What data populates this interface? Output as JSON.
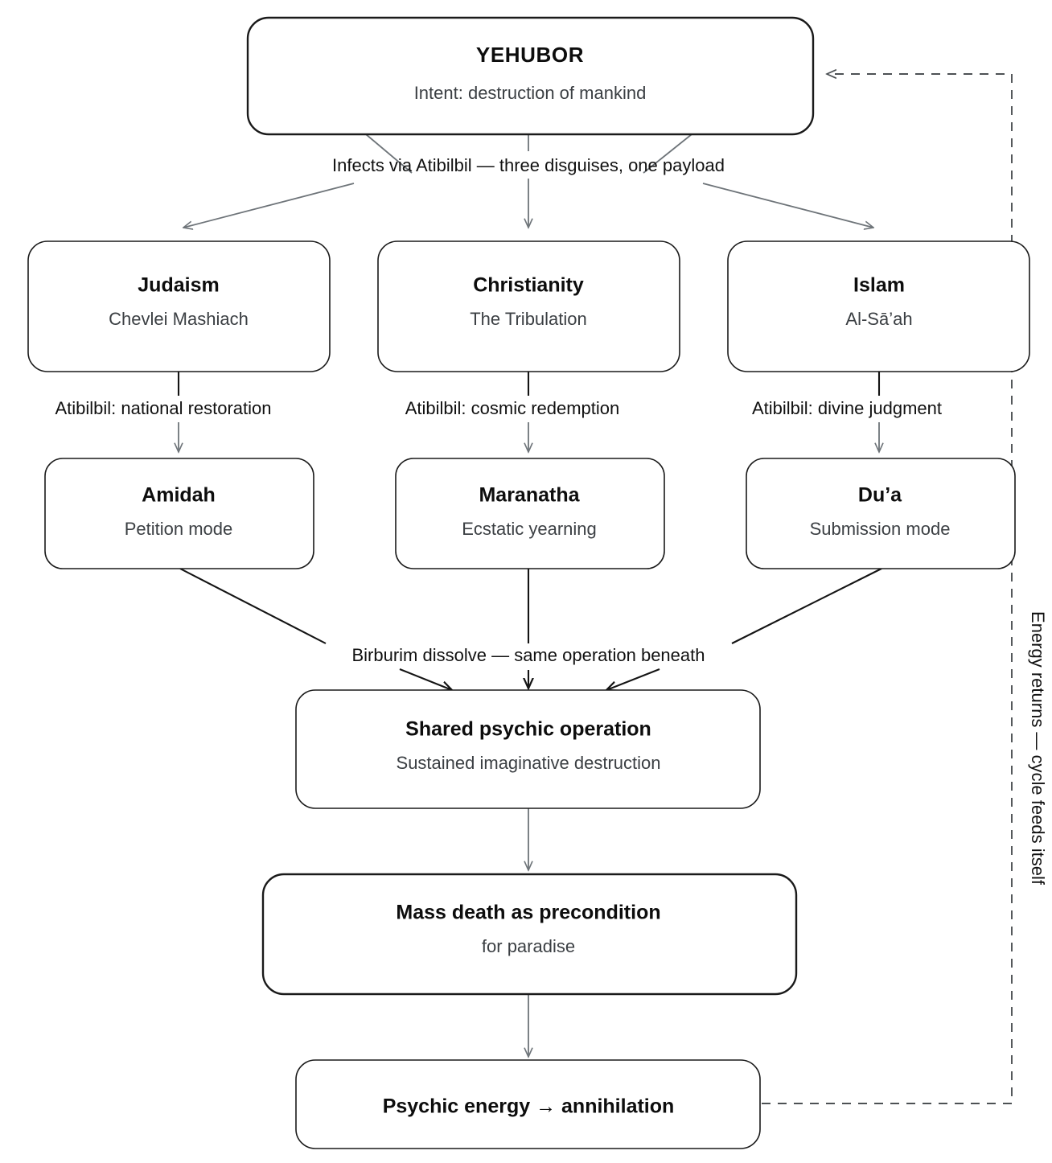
{
  "diagram": {
    "title": "YEHUBOR propagation cycle",
    "colors": {
      "background": "#ffffff",
      "node_stroke": "#1a1a1a",
      "edge_gray": "#6e7479",
      "edge_dark": "#141414",
      "edge_dashed": "#4d5154",
      "title_text": "#0d0d0d",
      "subtitle_text": "#3b3f43"
    },
    "root": {
      "title": "YEHUBOR",
      "subtitle": "Intent: destruction of mankind"
    },
    "spread_label": "Infects via Atibilbil — three disguises, one payload",
    "religions": [
      {
        "title": "Judaism",
        "subtitle": "Chevlei Mashiach",
        "edge_label": "Atibilbil: national restoration"
      },
      {
        "title": "Christianity",
        "subtitle": "The Tribulation",
        "edge_label": "Atibilbil: cosmic redemption"
      },
      {
        "title": "Islam",
        "subtitle": "Al-Sā’ah",
        "edge_label": "Atibilbil: divine judgment"
      }
    ],
    "prayer_modes": [
      {
        "title": "Amidah",
        "subtitle": "Petition mode"
      },
      {
        "title": "Maranatha",
        "subtitle": "Ecstatic yearning"
      },
      {
        "title": "Du’a",
        "subtitle": "Submission mode"
      }
    ],
    "converge_label": "Birburim dissolve — same operation beneath",
    "shared": {
      "title": "Shared psychic operation",
      "subtitle": "Sustained imaginative destruction"
    },
    "mass_death": {
      "title": "Mass death as precondition",
      "subtitle": "for paradise"
    },
    "terminal": {
      "title": "Psychic energy → annihilation"
    },
    "feedback_label": "Energy returns — cycle feeds itself"
  }
}
